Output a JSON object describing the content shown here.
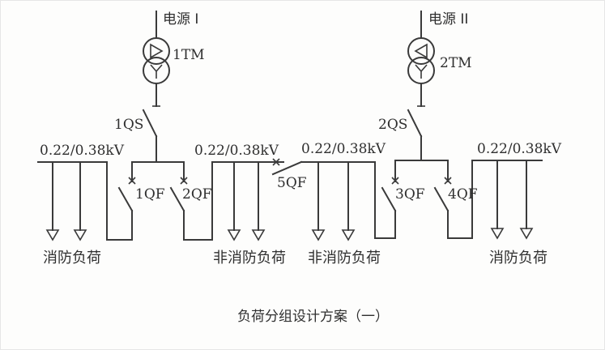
{
  "diagram": {
    "caption": "负荷分组设计方案（一）",
    "sources": [
      {
        "label": "电源 I",
        "transformer": "1TM",
        "isolator": "1QS"
      },
      {
        "label": "电源 II",
        "transformer": "2TM",
        "isolator": "2QS"
      }
    ],
    "buses": [
      {
        "voltage": "0.22/0.38kV"
      },
      {
        "voltage": "0.22/0.38kV"
      },
      {
        "voltage": "0.22/0.38kV"
      },
      {
        "voltage": "0.22/0.38kV"
      }
    ],
    "breakers": [
      "1QF",
      "2QF",
      "3QF",
      "4QF",
      "5QF"
    ],
    "loads": [
      "消防负荷",
      "非消防负荷",
      "非消防负荷",
      "消防负荷"
    ],
    "colors": {
      "line": "#3a3a3a",
      "text": "#2f2f2f",
      "background": "#fdfdfc"
    }
  }
}
